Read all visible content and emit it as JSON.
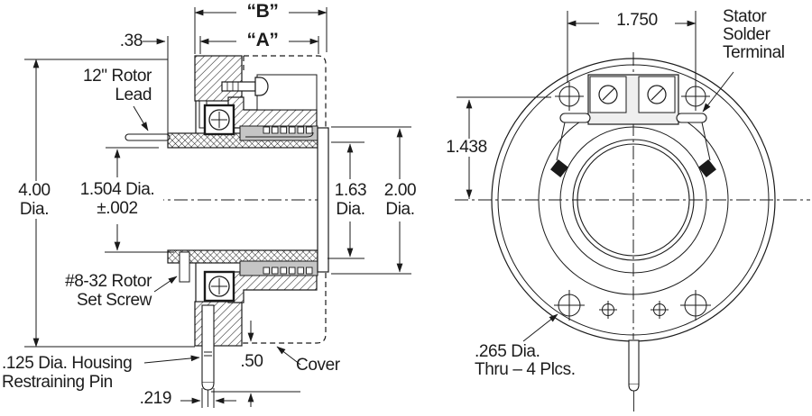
{
  "drawing": {
    "kind": "technical dimensional drawing, cross-section (left) and front view (right)"
  },
  "left": {
    "dim_b": "“B”",
    "dim_a": "“A”",
    "dim_point38": ".38",
    "rotor_lead_1": "12\" Rotor",
    "rotor_lead_2": "Lead",
    "dia4_1": "4.00",
    "dia4_2": "Dia.",
    "dia1504_1": "1.504 Dia.",
    "dia1504_2": "±.002",
    "dia163_1": "1.63",
    "dia163_2": "Dia.",
    "dia2_1": "2.00",
    "dia2_2": "Dia.",
    "setscrew_1": "#8-32 Rotor",
    "setscrew_2": "Set Screw",
    "restrain_1": ".125 Dia. Housing",
    "restrain_2": "Restraining Pin",
    "dim_219": ".219",
    "dim_50": ".50",
    "cover": "Cover"
  },
  "right": {
    "dim_1750": "1.750",
    "dim_1438": "1.438",
    "stator_1": "Stator",
    "stator_2": "Solder",
    "stator_3": "Terminal",
    "holes_1": ".265 Dia.",
    "holes_2": "Thru – 4 Plcs."
  },
  "colors": {
    "line": "#1a1a1a",
    "text": "#1c1c1c",
    "strip_gray": "#c5c5c5",
    "block_gray": "#efefef",
    "background": "#ffffff"
  }
}
